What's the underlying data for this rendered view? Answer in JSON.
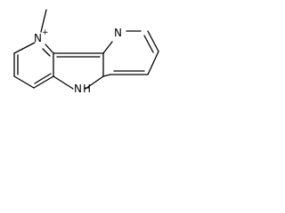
{
  "molecule": {
    "labels": {
      "cationic_nitrogen": "N",
      "cationic_charge": "+",
      "pyridine_nitrogen": "N",
      "pyrrole_nitrogen": "N",
      "pyrrole_hydrogen": "H"
    }
  }
}
